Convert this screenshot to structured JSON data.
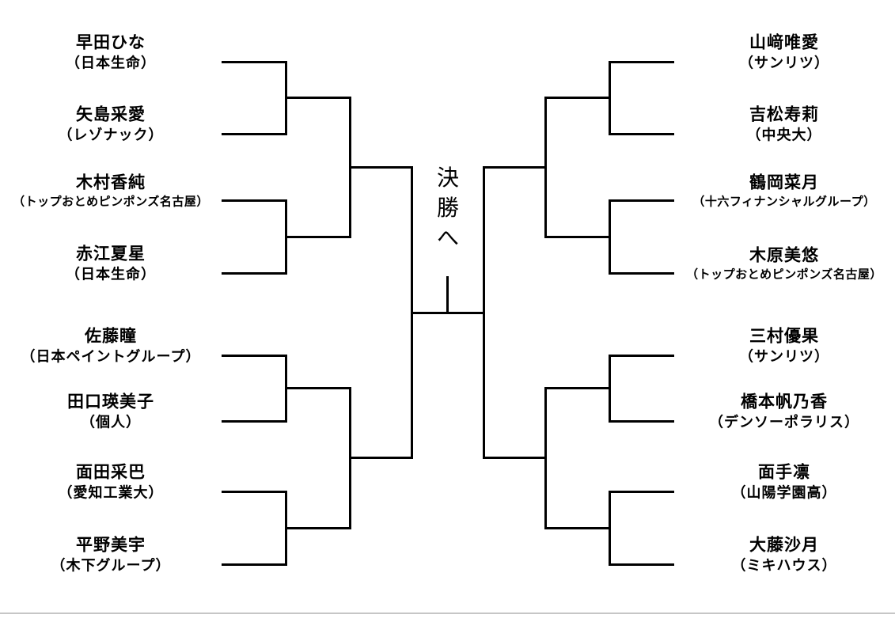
{
  "page": {
    "background": "#ffffff",
    "line_color": "#000000",
    "divider_color": "#c6c6c6"
  },
  "bracket": {
    "center_label": "決勝へ",
    "left_players": [
      {
        "name": "早田ひな",
        "affiliation": "（日本生命）",
        "affiliation_small": false
      },
      {
        "name": "矢島采愛",
        "affiliation": "（レゾナック）",
        "affiliation_small": false
      },
      {
        "name": "木村香純",
        "affiliation": "（トップおとめピンポンズ名古屋）",
        "affiliation_small": true
      },
      {
        "name": "赤江夏星",
        "affiliation": "（日本生命）",
        "affiliation_small": false
      },
      {
        "name": "佐藤瞳",
        "affiliation": "（日本ペイントグループ）",
        "affiliation_small": false
      },
      {
        "name": "田口瑛美子",
        "affiliation": "（個人）",
        "affiliation_small": false
      },
      {
        "name": "面田采巴",
        "affiliation": "（愛知工業大）",
        "affiliation_small": false
      },
      {
        "name": "平野美宇",
        "affiliation": "（木下グループ）",
        "affiliation_small": false
      }
    ],
    "right_players": [
      {
        "name": "山﨑唯愛",
        "affiliation": "（サンリツ）",
        "affiliation_small": false
      },
      {
        "name": "吉松寿莉",
        "affiliation": "（中央大）",
        "affiliation_small": false
      },
      {
        "name": "鶴岡菜月",
        "affiliation": "（十六フィナンシャルグループ）",
        "affiliation_small": true
      },
      {
        "name": "木原美悠",
        "affiliation": "（トップおとめピンポンズ名古屋）",
        "affiliation_small": true
      },
      {
        "name": "三村優果",
        "affiliation": "（サンリツ）",
        "affiliation_small": false
      },
      {
        "name": "橋本帆乃香",
        "affiliation": "（デンソーポラリス）",
        "affiliation_small": false
      },
      {
        "name": "面手凛",
        "affiliation": "（山陽学園高）",
        "affiliation_small": false
      },
      {
        "name": "大藤沙月",
        "affiliation": "（ミキハウス）",
        "affiliation_small": false
      }
    ]
  }
}
